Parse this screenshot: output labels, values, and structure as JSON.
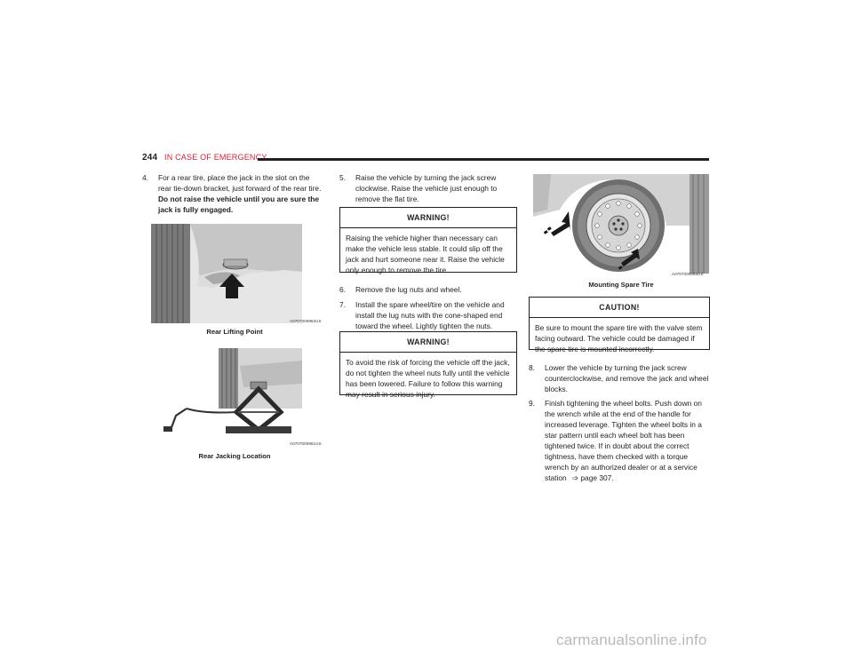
{
  "header": {
    "page_number": "244",
    "section_title": "IN CASE OF EMERGENCY"
  },
  "left_column": {
    "step4": {
      "number": "4.",
      "text": "For a rear tire, place the jack in the slot on the rear tie-down bracket, just forward of the rear tire.",
      "bold_text": "Do not raise the vehicle until you are sure the jack is fully engaged."
    },
    "figure1": {
      "code": "A0707000962US",
      "caption": "Rear Lifting Point"
    },
    "figure2": {
      "code": "A0707000961US",
      "caption": "Rear Jacking Location"
    }
  },
  "middle_column": {
    "step5": {
      "number": "5.",
      "text": "Raise the vehicle by turning the jack screw clockwise. Raise the vehicle just enough to remove the flat tire."
    },
    "warning1": {
      "title": "WARNING!",
      "body": "Raising the vehicle higher than necessary can make the vehicle less stable. It could slip off the jack and hurt someone near it. Raise the vehicle only enough to remove the tire."
    },
    "step6": {
      "number": "6.",
      "text": "Remove the lug nuts and wheel."
    },
    "step7": {
      "number": "7.",
      "text": "Install the spare wheel/tire on the vehicle and install the lug nuts with the cone-shaped end toward the wheel. Lightly tighten the nuts."
    },
    "warning2": {
      "title": "WARNING!",
      "body": "To avoid the risk of forcing the vehicle off the jack, do not tighten the wheel nuts fully until the vehicle has been lowered. Failure to follow this warning may result in serious injury."
    }
  },
  "right_column": {
    "figure3": {
      "code": "A0707000666US",
      "caption": "Mounting Spare Tire"
    },
    "caution": {
      "title": "CAUTION!",
      "body": "Be sure to mount the spare tire with the valve stem facing outward. The vehicle could be damaged if the spare tire is mounted incorrectly."
    },
    "step8": {
      "number": "8.",
      "text": "Lower the vehicle by turning the jack screw counterclockwise, and remove the jack and wheel blocks."
    },
    "step9": {
      "number": "9.",
      "text": "Finish tightening the wheel bolts. Push down on the wrench while at the end of the handle for increased leverage. Tighten the wheel bolts in a star pattern until each wheel bolt has been tightened twice. If in doubt about the correct tightness, have them checked with a torque wrench by an authorized dealer or at a service station",
      "ref_icon": "arrow-reference-icon",
      "ref_symbol": "➩",
      "ref_page": "page 307."
    }
  },
  "watermark": "carmanualsonline.info"
}
